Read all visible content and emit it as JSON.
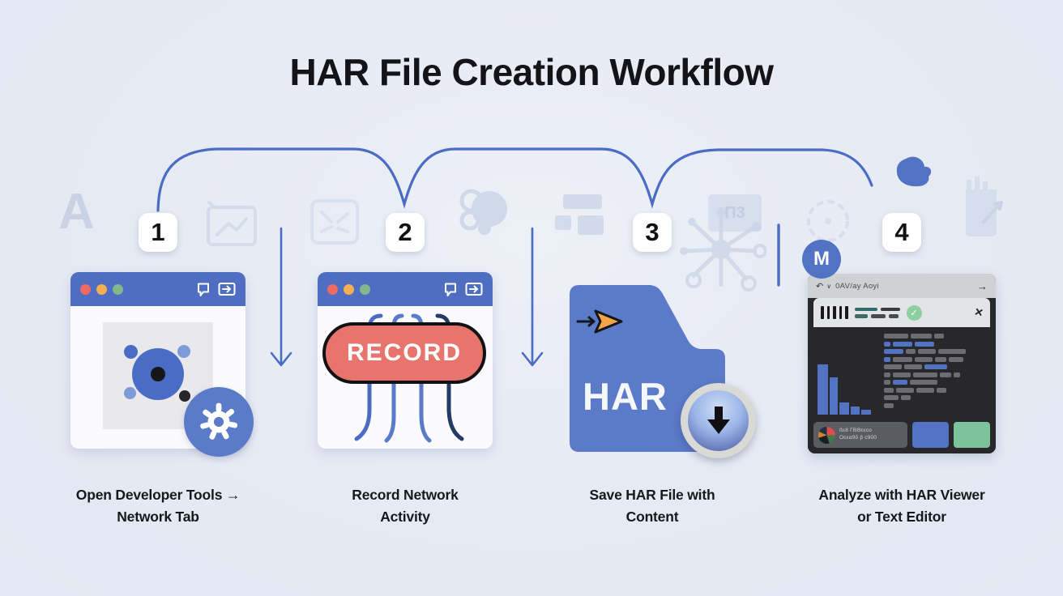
{
  "title": "HAR File Creation Workflow",
  "colors": {
    "accent_blue": "#4a6cc4",
    "titlebar_blue": "#4f6ec2",
    "folder_blue": "#5b7ac8",
    "record_red": "#e8756d",
    "traffic_red": "#ee6a63",
    "traffic_yellow": "#f6b054",
    "traffic_green": "#84b88c",
    "dark_panel": "#28282b",
    "code_gray": "#6b6d72",
    "code_blue": "#5273c4",
    "viewer_green_btn": "#7cc29a",
    "ghost": "#c7d1e5"
  },
  "steps": [
    {
      "number": "1",
      "caption_line1": "Open Developer Tools →",
      "caption_line2": "Network Tab"
    },
    {
      "number": "2",
      "caption_line1": "Record Network",
      "caption_line2": "Activity"
    },
    {
      "number": "3",
      "caption_line1": "Save HAR File with",
      "caption_line2": "Content"
    },
    {
      "number": "4",
      "caption_line1": "Analyze with HAR Viewer",
      "caption_line2": "or Text Editor"
    }
  ],
  "record_button_label": "RECORD",
  "folder_label": "HAR",
  "viewer": {
    "avatar_letter": "M",
    "back_glyph": "↶",
    "caret_glyph": "∨",
    "titlebar_text": "0AV/ay Aoyi",
    "forward_glyph": "→",
    "check_glyph": "✓",
    "close_glyph": "×",
    "footer_text_line1": "ßε8 ΓΒΘεεco",
    "footer_text_line2": "Οcεα9ΰ β c9ΰ0",
    "chart_bars": [
      {
        "h": 62,
        "w": 13
      },
      {
        "h": 46,
        "w": 10
      },
      {
        "h": 15,
        "w": 12
      },
      {
        "h": 10,
        "w": 11
      },
      {
        "h": 6,
        "w": 12
      }
    ],
    "code_rows": [
      [
        "g30",
        "g26",
        "g12"
      ],
      [
        "b8",
        "b24",
        "b24"
      ],
      [
        "b24",
        "g12",
        "g22",
        "g34"
      ],
      [
        "b8",
        "g24",
        "g22",
        "g14",
        "g18"
      ],
      [
        "g22",
        "g22",
        "b28"
      ],
      [
        "g8",
        "g22",
        "g30",
        "g14",
        "g8"
      ],
      [
        "g8",
        "b18",
        "g34"
      ],
      [
        "g12",
        "g22",
        "g22",
        "g12"
      ],
      [
        "g18",
        "g12"
      ],
      [
        "g12"
      ]
    ]
  },
  "ghosts": {
    "letter": "A",
    "calculator_text": "Π3"
  }
}
